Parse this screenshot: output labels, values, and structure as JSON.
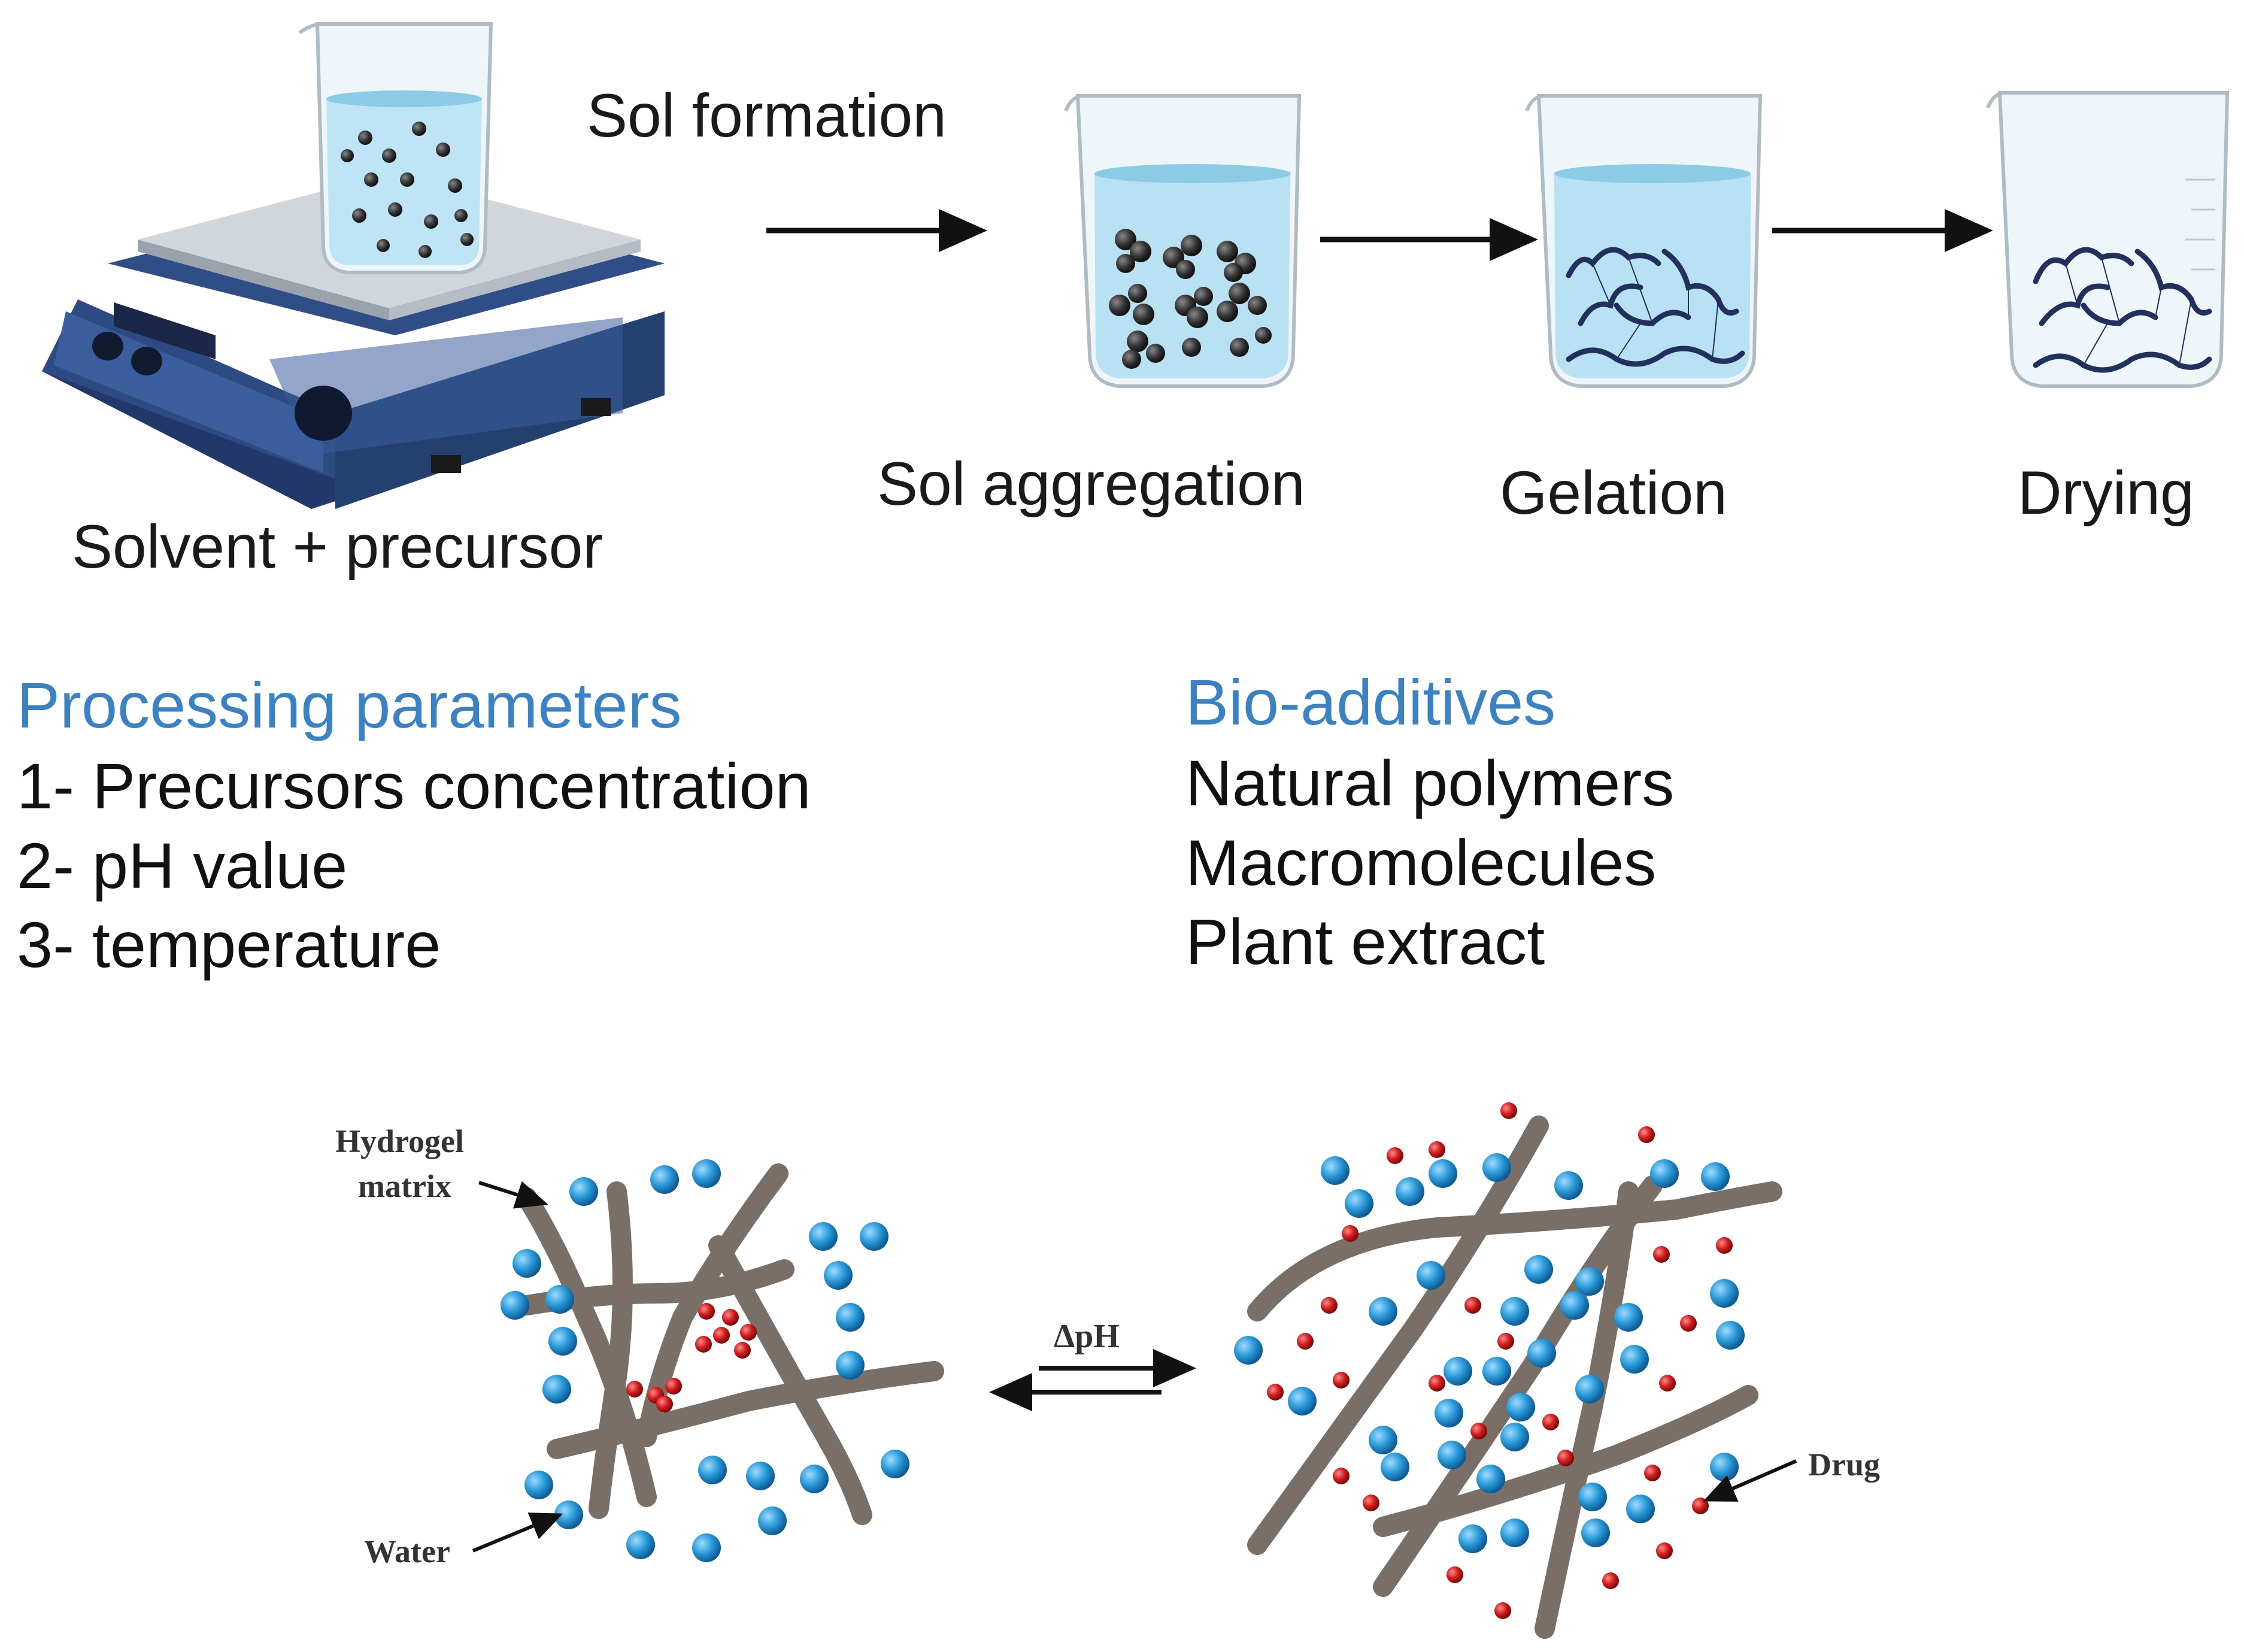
{
  "steps": {
    "start": "Solvent + precursor",
    "sol_formation": "Sol formation",
    "sol_aggregation": "Sol aggregation",
    "gelation": "Gelation",
    "drying": "Drying"
  },
  "processing": {
    "title": "Processing parameters",
    "items": [
      "1- Precursors concentration",
      "2- pH value",
      "3- temperature"
    ]
  },
  "bio": {
    "title": "Bio-additives",
    "items": [
      "Natural polymers",
      "Macromolecules",
      "Plant extract"
    ]
  },
  "hydrogel": {
    "matrix_label_1": "Hydrogel",
    "matrix_label_2": "matrix",
    "water_label": "Water",
    "drug_label": "Drug",
    "trigger_label": "ΔpH"
  },
  "colors": {
    "accent": "#3a82c4",
    "water": "#2a9ad8",
    "drug": "#d01e1e",
    "polymer": "#7a6f66",
    "hotplate": "#2d4a82",
    "liquid": "#b8e2f4"
  }
}
